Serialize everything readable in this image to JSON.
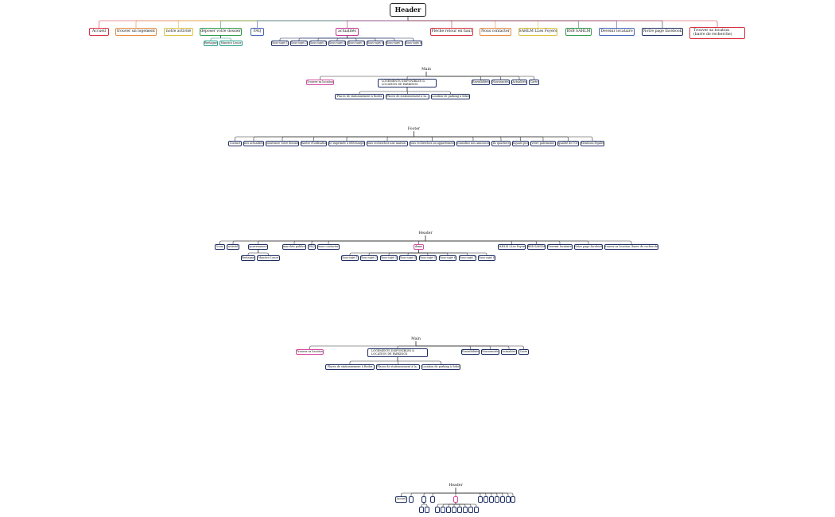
{
  "colors": {
    "line": "#333333",
    "red": "#d9303f",
    "orange": "#e8893a",
    "yellow": "#d8c13a",
    "green": "#2f9a4c",
    "teal": "#23a08b",
    "blue": "#3f63b5",
    "magenta": "#c2348f",
    "navy": "#1f2f63",
    "pink": "#d64aa0",
    "dark": "#222222"
  },
  "header1": {
    "title": "Header",
    "items": [
      "Accueil",
      "trouver un logement",
      "notre activité",
      "déposer votre dossier",
      "FAQ",
      "actualités",
      "Flèche retour en haut",
      "Nous contacter",
      "SAHLM LLes Foyers",
      "BSB SAHLM",
      "Devenir locataire",
      "Notre page facebook",
      "Trouver sa location (barre de recherche)"
    ],
    "dossier_children": [
      "Bretagne",
      "Maurice Lenor"
    ],
    "actualites_children": [
      "Sous-sujet 1",
      "Sous-sujet 2",
      "Sous-sujet 3",
      "Sous-sujet 4",
      "Sous-sujet 5",
      "Sous-sujet 6",
      "Sous-sujet 7",
      "Sous-sujet 8"
    ]
  },
  "main1": {
    "title": "Main",
    "items": [
      "Trouver sa location",
      "LOGEMENTS DISPONIBLES & LOCATION DE PARKINGS",
      "Envisibilités",
      "Nouveautés",
      "Actualités",
      "Carte"
    ],
    "children": [
      "Places de stationnement à Rodez",
      "Places de stationnement à la...",
      "Location de parking à Sekel"
    ]
  },
  "footer": {
    "title": "Footer",
    "items": [
      "Contact",
      "nos actualités",
      "construire votre dossier",
      "chartre d'utilisation",
      "Ile imprimée à télécharger",
      "vous recherchez une maison ?",
      "vous recherchez un appartement",
      "consultez nos annonces",
      "Ils quartiers",
      "liquast pro",
      "votre patrimoine",
      "qualité de l'Or",
      "Mentions légales"
    ]
  },
  "header2": {
    "title": "Header",
    "items": [
      "Iconi",
      "activité",
      "gouvernance",
      "marchés publics",
      "FAQ",
      "nous contacter",
      "demo",
      "SAHLM LLes Foyers",
      "BSB SAHLM",
      "Devenir locataire",
      "Notre page facebook",
      "Trouver sa location (barre de recherche)"
    ],
    "gouv_children": [
      "Bretagne",
      "Maurice Lenor"
    ],
    "demo_children": [
      "Sous-sujet 1",
      "Sous-sujet 2",
      "Sous-sujet 3",
      "Sous-sujet 4",
      "Sous-sujet 5",
      "Sous-sujet 6",
      "Sous-sujet 7",
      "Sous-sujet 8"
    ]
  },
  "main2": {
    "title": "Main",
    "items": [
      "Trouver sa location",
      "LOGEMENTS DISPONIBLES & LOCATION DE PARKINGS",
      "Envisibilités",
      "Nouveautés",
      "Actualités",
      "Carte"
    ],
    "children": [
      "Places de stationnement à Rodez",
      "Places de stationnement à la...",
      "Location de parking à Sekel"
    ]
  },
  "header3": {
    "title": "Header",
    "first_item": "Accueil"
  }
}
